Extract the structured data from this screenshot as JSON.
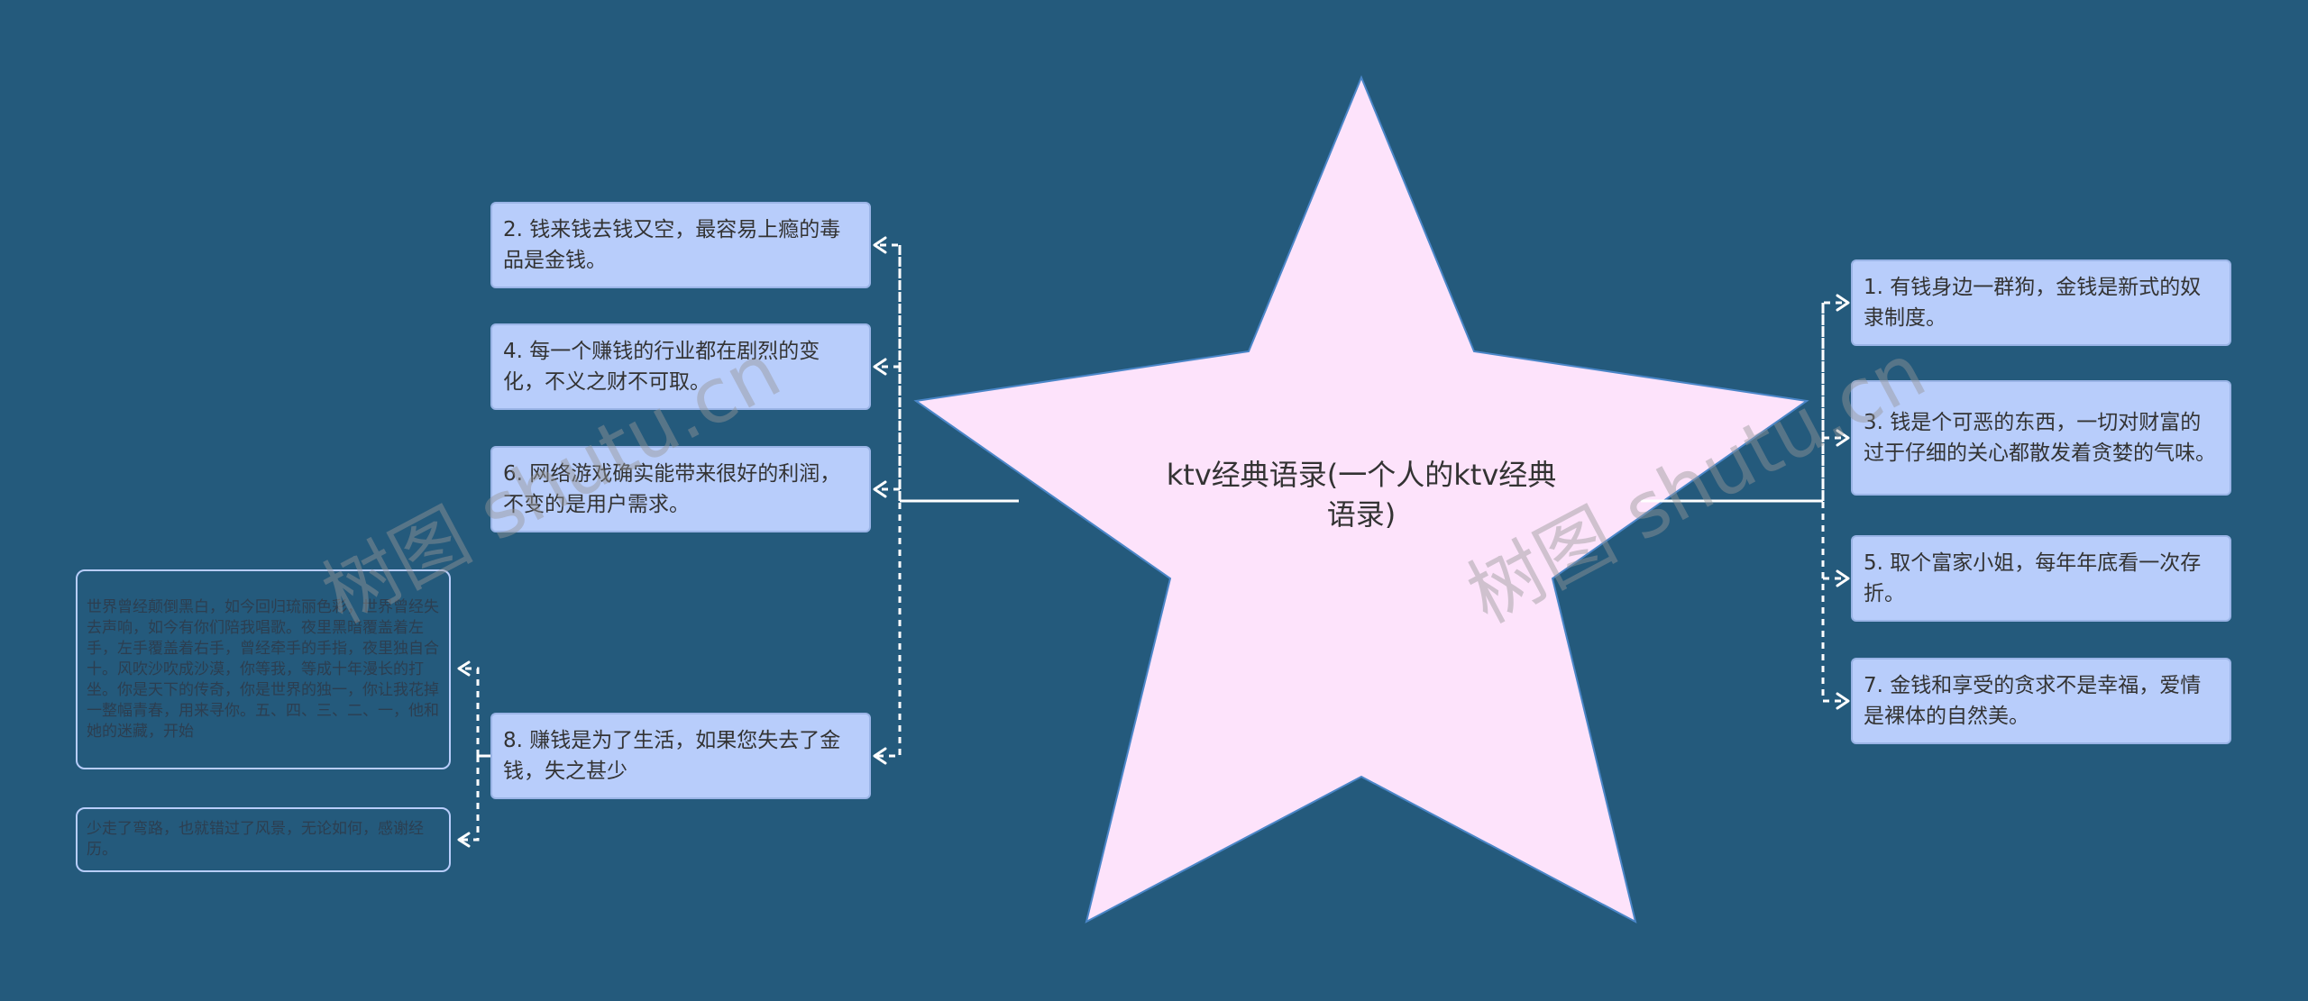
{
  "root": {
    "title": "ktv经典语录(一个人的ktv经典语录)"
  },
  "right_branches": [
    {
      "text": "1. 有钱身边一群狗，金钱是新式的奴隶制度。"
    },
    {
      "text": "3. 钱是个可恶的东西，一切对财富的过于仔细的关心都散发着贪婪的气味。"
    },
    {
      "text": "5. 取个富家小姐，每年年底看一次存折。"
    },
    {
      "text": "7. 金钱和享受的贪求不是幸福，爱情是裸体的自然美。"
    }
  ],
  "left_branches": [
    {
      "text": "2. 钱来钱去钱又空，最容易上瘾的毒品是金钱。"
    },
    {
      "text": "4. 每一个赚钱的行业都在剧烈的变化，不义之财不可取。"
    },
    {
      "text": "6. 网络游戏确实能带来很好的利润，不变的是用户需求。"
    },
    {
      "text": "8. 赚钱是为了生活，如果您失去了金钱，失之甚少"
    }
  ],
  "sub_branches": [
    {
      "text": "世界曾经颠倒黑白，如今回归琉丽色彩，世界曾经失去声响，如今有你们陪我唱歌。夜里黑暗覆盖着左手，左手覆盖着右手，曾经牵手的手指，夜里独自合十。风吹沙吹成沙漠，你等我，等成十年漫长的打坐。你是天下的传奇，你是世界的独一，你让我花掉一整幅青春，用来寻你。五、四、三、二、一，他和她的迷藏，开始"
    },
    {
      "text": "少走了弯路，也就错过了风景，无论如何，感谢经历。"
    }
  ],
  "watermarks": [
    "树图 shutu.cn",
    "树图 shutu.cn"
  ],
  "colors": {
    "background": "#245a7c",
    "star_fill": "#fde3fb",
    "node_fill": "#b8cdfb",
    "connector": "#ffffff"
  }
}
